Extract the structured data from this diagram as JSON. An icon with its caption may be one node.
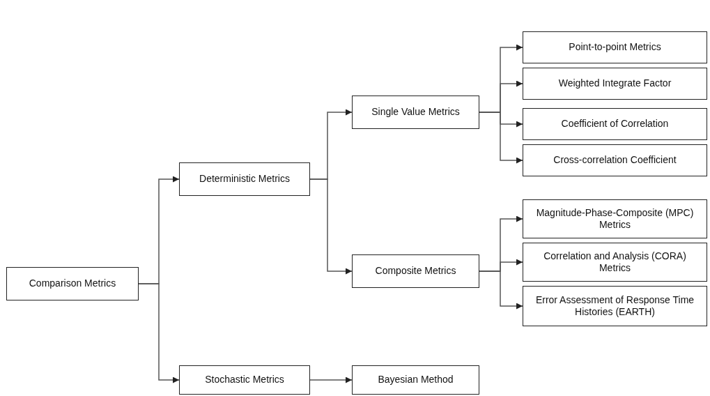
{
  "diagram": {
    "nodes": [
      {
        "text": [
          "Comparison Metrics"
        ]
      },
      {
        "text": [
          "Deterministic Metrics"
        ]
      },
      {
        "text": [
          "Single Value Metrics"
        ]
      },
      {
        "text": [
          "Point-to-point Metrics"
        ]
      },
      {
        "text": [
          "Weighted Integrate Factor"
        ]
      },
      {
        "text": [
          "Coefficient of Correlation"
        ]
      },
      {
        "text": [
          "Cross-correlation Coefficient"
        ]
      },
      {
        "text": [
          "Composite Metrics"
        ]
      },
      {
        "text": [
          "Magnitude-Phase-Composite (MPC) Metrics"
        ]
      },
      {
        "text": [
          "Correlation and Analysis (CORA) Metrics"
        ]
      },
      {
        "text": [
          "Error Assessment of Response Time Histories (EARTH)"
        ]
      },
      {
        "text": [
          "Stochastic Metrics"
        ]
      },
      {
        "text": [
          "Bayesian Method"
        ]
      }
    ],
    "edges": [
      {
        "from": 0,
        "to": 1,
        "arrow": "to"
      },
      {
        "from": 0,
        "to": 11,
        "arrow": "to"
      },
      {
        "from": 1,
        "to": 2,
        "arrow": "to"
      },
      {
        "from": 1,
        "to": 7,
        "arrow": "to"
      },
      {
        "from": 2,
        "to": 3,
        "arrow": "to"
      },
      {
        "from": 2,
        "to": 4,
        "arrow": "to"
      },
      {
        "from": 2,
        "to": 5,
        "arrow": "to"
      },
      {
        "from": 2,
        "to": 6,
        "arrow": "to"
      },
      {
        "from": 7,
        "to": 8,
        "arrow": "to"
      },
      {
        "from": 7,
        "to": 9,
        "arrow": "to"
      },
      {
        "from": 7,
        "to": 10,
        "arrow": "to"
      },
      {
        "from": 11,
        "to": 12,
        "arrow": "to"
      }
    ]
  }
}
